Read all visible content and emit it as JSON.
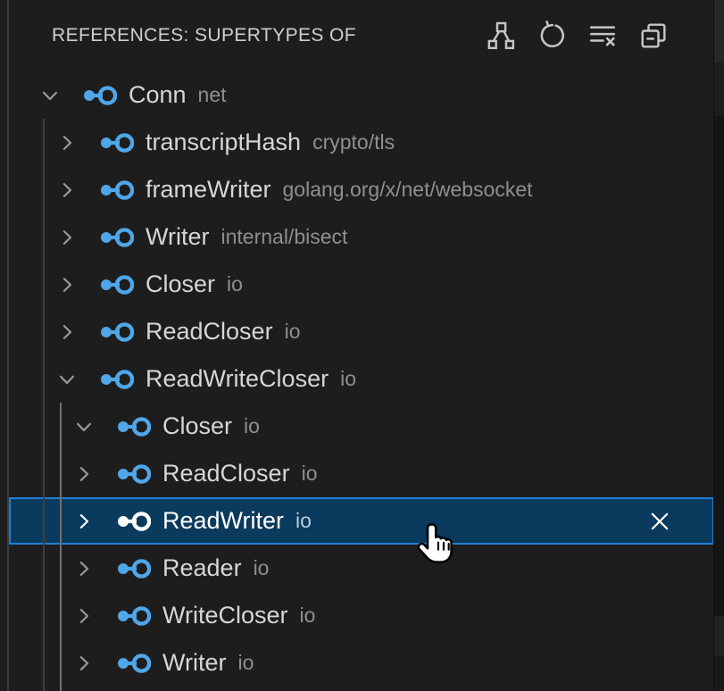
{
  "panel": {
    "title": "REFERENCES: SUPERTYPES OF",
    "actions": [
      {
        "label": "Show Type Hierarchy",
        "icon": "type-hierarchy-icon"
      },
      {
        "label": "Refresh",
        "icon": "refresh-icon"
      },
      {
        "label": "Clear All",
        "icon": "clear-all-icon"
      },
      {
        "label": "Collapse All",
        "icon": "collapse-all-icon"
      }
    ]
  },
  "tree": {
    "items": [
      {
        "label": "Conn",
        "detail": "net",
        "depth": 0,
        "expanded": true,
        "selected": false
      },
      {
        "label": "transcriptHash",
        "detail": "crypto/tls",
        "depth": 1,
        "expanded": false,
        "selected": false
      },
      {
        "label": "frameWriter",
        "detail": "golang.org/x/net/websocket",
        "depth": 1,
        "expanded": false,
        "selected": false
      },
      {
        "label": "Writer",
        "detail": "internal/bisect",
        "depth": 1,
        "expanded": false,
        "selected": false
      },
      {
        "label": "Closer",
        "detail": "io",
        "depth": 1,
        "expanded": false,
        "selected": false
      },
      {
        "label": "ReadCloser",
        "detail": "io",
        "depth": 1,
        "expanded": false,
        "selected": false
      },
      {
        "label": "ReadWriteCloser",
        "detail": "io",
        "depth": 1,
        "expanded": true,
        "selected": false
      },
      {
        "label": "Closer",
        "detail": "io",
        "depth": 2,
        "expanded": true,
        "selected": false
      },
      {
        "label": "ReadCloser",
        "detail": "io",
        "depth": 2,
        "expanded": false,
        "selected": false
      },
      {
        "label": "ReadWriter",
        "detail": "io",
        "depth": 2,
        "expanded": false,
        "selected": true,
        "closable": true
      },
      {
        "label": "Reader",
        "detail": "io",
        "depth": 2,
        "expanded": false,
        "selected": false
      },
      {
        "label": "WriteCloser",
        "detail": "io",
        "depth": 2,
        "expanded": false,
        "selected": false
      },
      {
        "label": "Writer",
        "detail": "io",
        "depth": 2,
        "expanded": false,
        "selected": false
      }
    ]
  },
  "colors": {
    "background": "#1d1d1d",
    "title_foreground": "#cfcfcf",
    "label_foreground": "#d6d6d6",
    "detail_foreground": "#8f8f8f",
    "interface_icon": "#4fa6e8",
    "selection_background": "#0a3a5d",
    "selection_border": "#1f80d4",
    "indent_guide": "#3f3f3f",
    "indent_guide_active": "#707070"
  },
  "cursor": {
    "type": "hand-pointer"
  }
}
